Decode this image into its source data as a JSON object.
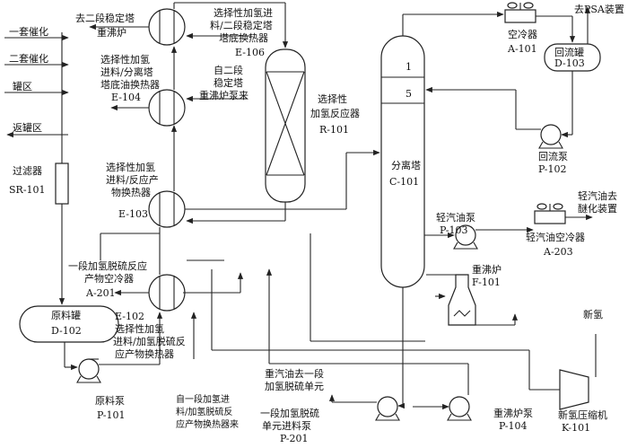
{
  "streams": {
    "in1": "一套催化",
    "in2": "二套催化",
    "in3": "罐区",
    "out_return": "返罐区",
    "to_psa": "去PSA装置",
    "to_sweetening": [
      "轻汽油去",
      "醚化装置"
    ],
    "hydrogen": "新氢",
    "heavy_gasoline": [
      "重汽油去一段",
      "加氢脱硫单元"
    ],
    "from_reboiler": [
      "自二段",
      "稳定塔",
      "重沸炉泵来"
    ],
    "from_feed_ex": [
      "自一段加氢进",
      "料/加氢脱硫反",
      "应产物换热器来"
    ]
  },
  "equipment": {
    "filter": [
      "过滤器",
      "SR-101"
    ],
    "feed_tank": [
      "原料罐",
      "D-102"
    ],
    "feed_pump": [
      "原料泵",
      "P-101"
    ],
    "e101": [
      "去二段稳定塔",
      "重沸炉"
    ],
    "e106": [
      "选择性加氢进",
      "料/二段稳定塔",
      "塔底换热器",
      "E-106"
    ],
    "e104": [
      "选择性加氢",
      "进料/分离塔",
      "塔底油换热器",
      "E-104"
    ],
    "e103": [
      "选择性加氢",
      "进料/反应产",
      "物换热器",
      "E-103"
    ],
    "a201": [
      "一段加氢脱硫反应",
      "产物空冷器",
      "A-201"
    ],
    "e102": [
      "E-102",
      "选择性加氢",
      "进料/加氢脱硫反",
      "应产物换热器"
    ],
    "reactor": [
      "选择性",
      "加氢反应器",
      "R-101"
    ],
    "column": [
      "分离塔",
      "C-101"
    ],
    "tray1": "1",
    "tray5": "5",
    "a101": [
      "空冷器",
      "A-101"
    ],
    "d103": [
      "回流罐",
      "D-103"
    ],
    "p102": [
      "回流泵",
      "P-102"
    ],
    "p103": [
      "轻汽油泵",
      "P-103"
    ],
    "a203": [
      "轻汽油空冷器",
      "A-203"
    ],
    "f101": [
      "重沸炉",
      "F-101"
    ],
    "p201": [
      "一段加氢脱硫",
      "单元进料泵",
      "P-201"
    ],
    "p104": [
      "重沸炉泵",
      "P-104"
    ],
    "k101": [
      "新氢压缩机",
      "K-101"
    ]
  }
}
